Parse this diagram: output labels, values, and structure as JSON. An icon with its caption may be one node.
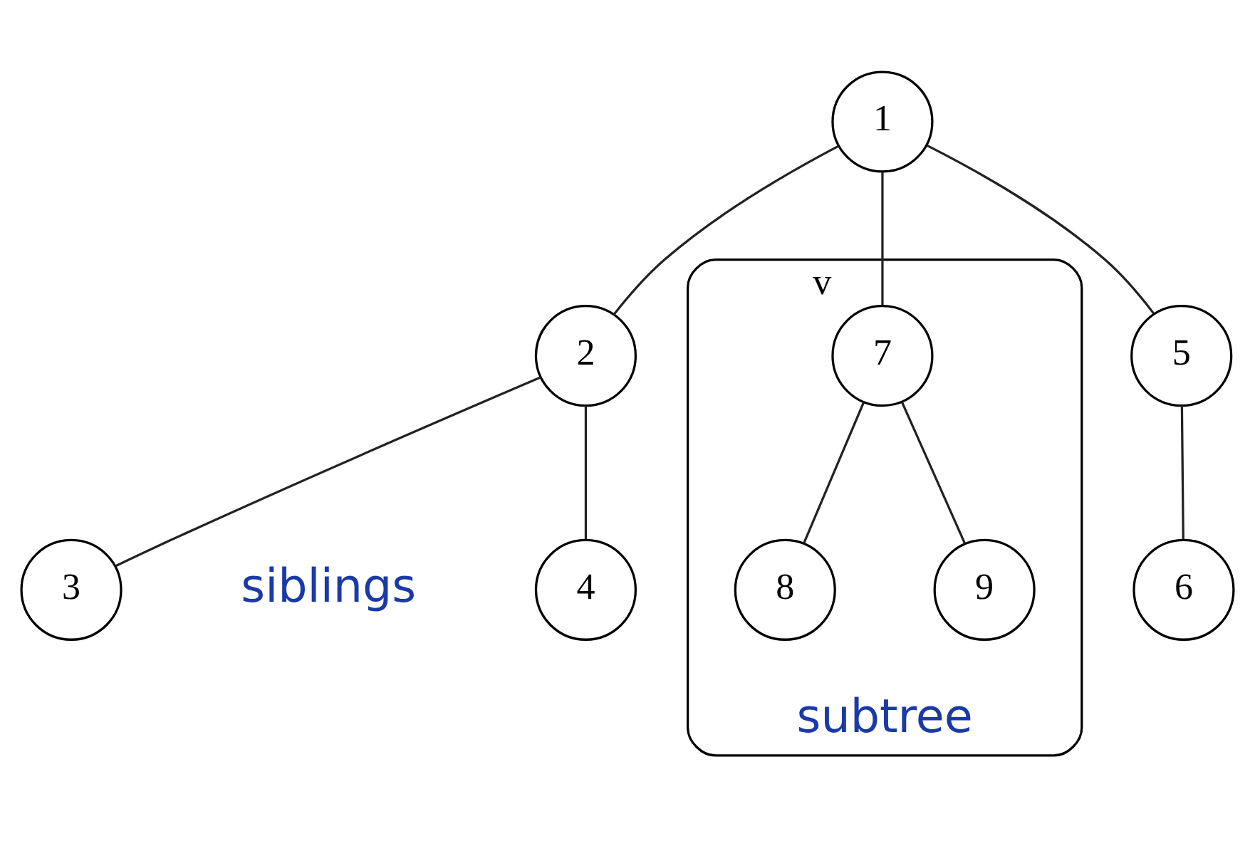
{
  "diagram": {
    "nodes": [
      {
        "text": [
          "1"
        ]
      },
      {
        "text": [
          "2"
        ]
      },
      {
        "text": [
          "5"
        ]
      },
      {
        "text": [
          "subtree"
        ]
      },
      {
        "text": [
          "7"
        ],
        "in": 3,
        "beside": [
          "v"
        ]
      },
      {
        "text": [
          "3"
        ]
      },
      {
        "text": [
          "4"
        ]
      },
      {
        "text": [
          "6"
        ]
      },
      {
        "text": [
          "8"
        ],
        "in": 3
      },
      {
        "text": [
          "9"
        ],
        "in": 3
      }
    ],
    "edges": [
      {
        "from": 0,
        "to": 1,
        "arrow": "none"
      },
      {
        "from": 0,
        "to": 2,
        "arrow": "none"
      },
      {
        "from": 0,
        "to": 4,
        "arrow": "none"
      },
      {
        "from": 1,
        "to": 5,
        "arrow": "none"
      },
      {
        "from": 1,
        "to": 6,
        "arrow": "none"
      },
      {
        "from": 2,
        "to": 7,
        "arrow": "none"
      },
      {
        "from": 4,
        "to": 8,
        "arrow": "none"
      },
      {
        "from": 4,
        "to": 9,
        "arrow": "none"
      }
    ],
    "labels": [
      "siblings"
    ]
  }
}
